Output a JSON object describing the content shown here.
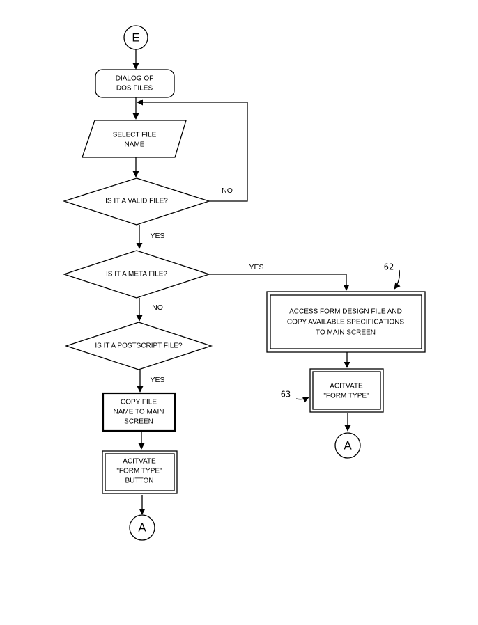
{
  "diagram": {
    "connector_top": "E",
    "dialog": {
      "line1": "DIALOG OF",
      "line2": "DOS FILES"
    },
    "select_file": {
      "line1": "SELECT FILE",
      "line2": "NAME"
    },
    "valid_file": {
      "question": "IS IT A VALID FILE?",
      "no_label": "NO",
      "yes_label": "YES"
    },
    "meta_file": {
      "question": "IS IT A META FILE?",
      "no_label": "NO",
      "yes_label": "YES"
    },
    "postscript_file": {
      "question": "IS IT A POSTSCRIPT FILE?",
      "yes_label": "YES"
    },
    "copy_file": {
      "line1": "COPY FILE",
      "line2": "NAME TO MAIN",
      "line3": "SCREEN"
    },
    "activate_button": {
      "line1": "ACITVATE",
      "line2": "\"FORM TYPE\"",
      "line3": "BUTTON"
    },
    "connector_bottom_left": "A",
    "access_form": {
      "line1": "ACCESS FORM DESIGN FILE AND",
      "line2": "COPY AVAILABLE SPECIFICATIONS",
      "line3": "TO  MAIN SCREEN"
    },
    "ref_62": "62",
    "activate_form_type": {
      "line1": "ACITVATE",
      "line2": "\"FORM TYPE\""
    },
    "ref_63": "63",
    "connector_bottom_right": "A"
  }
}
